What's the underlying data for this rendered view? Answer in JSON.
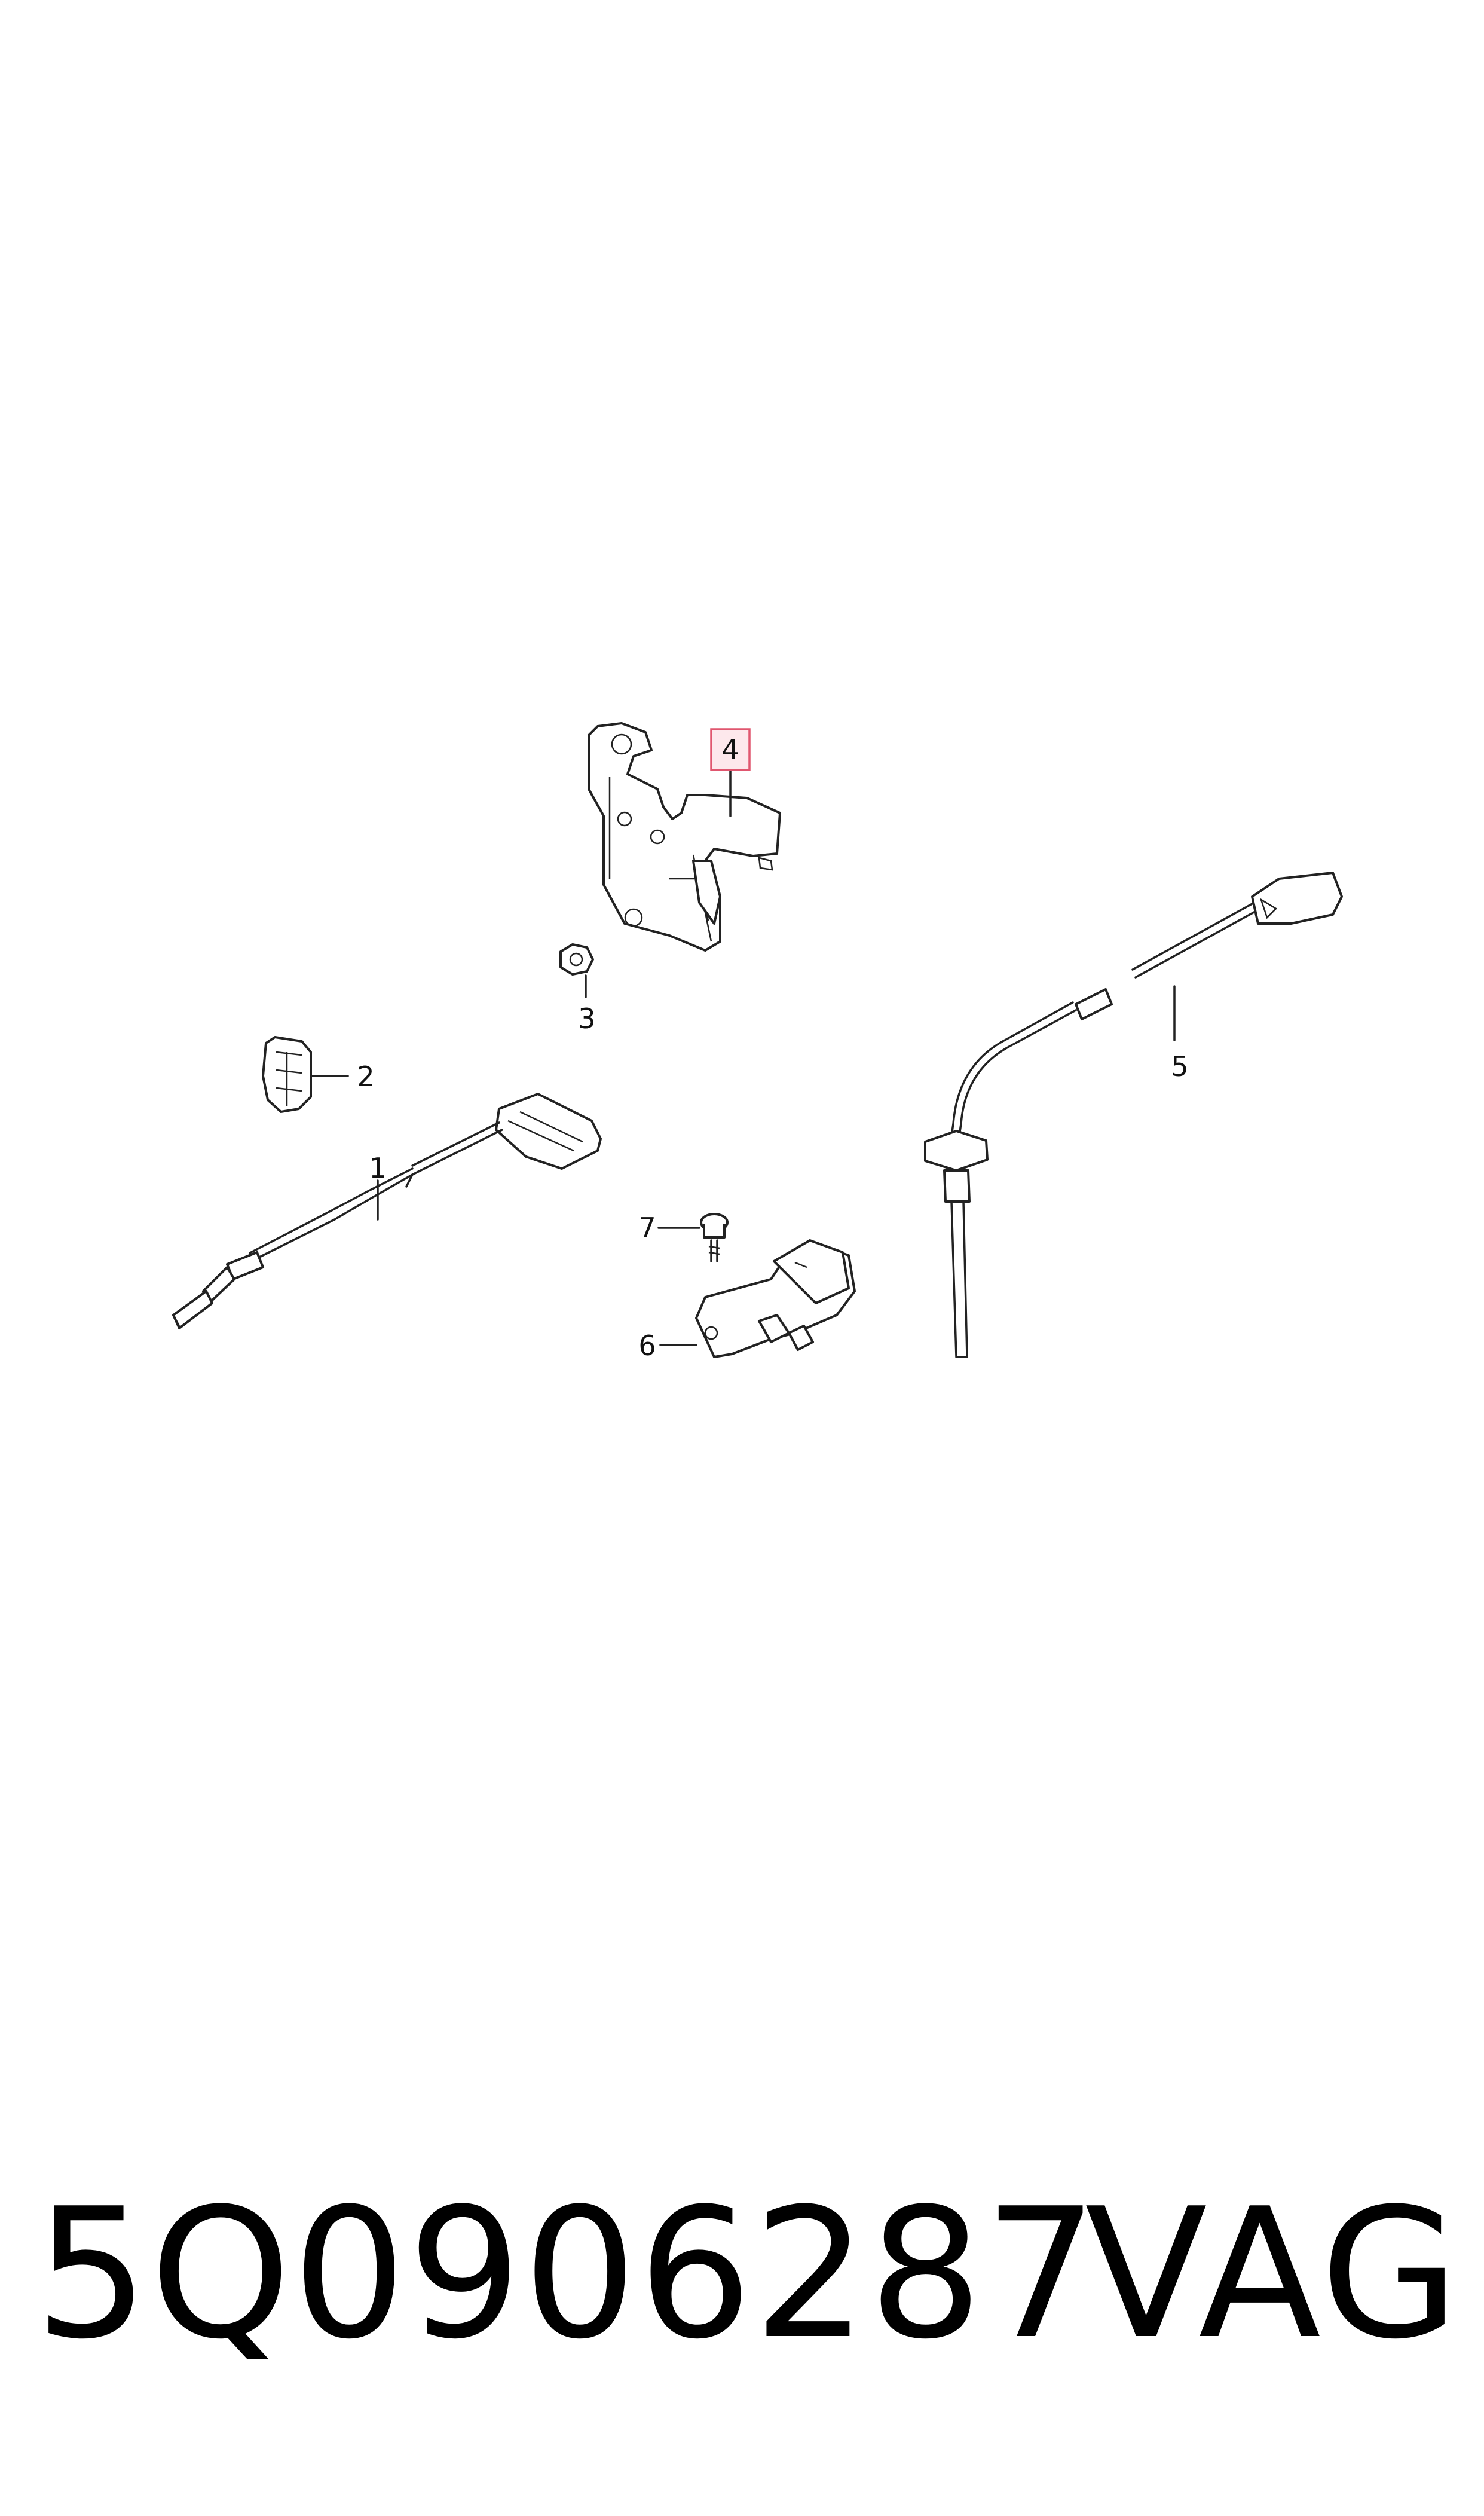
{
  "callouts": {
    "c1": "1",
    "c2": "2",
    "c3": "3",
    "c4": "4",
    "c5": "5",
    "c6": "6",
    "c7": "7"
  },
  "highlight_color": "#e0566f",
  "footer": {
    "part_number": "5Q0906287",
    "brand": "VAG"
  }
}
